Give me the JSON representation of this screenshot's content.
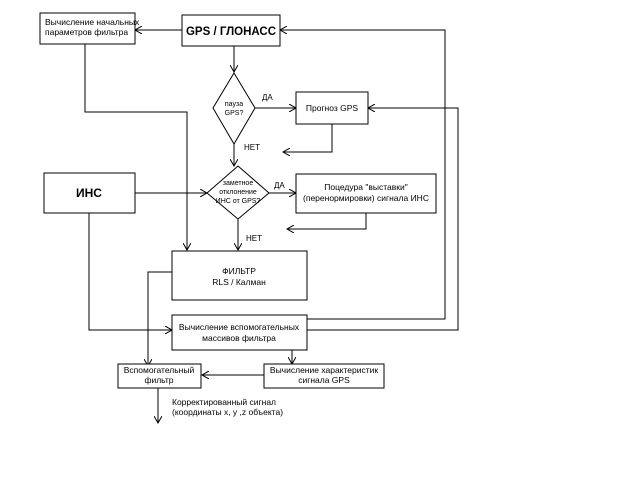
{
  "nodes": {
    "init_params": {
      "lines": [
        "Вычисление начальных",
        "параметров фильтра"
      ]
    },
    "gps_glonass": {
      "lines": [
        "GPS / ГЛОНАСС"
      ]
    },
    "pause_gps": {
      "lines": [
        "пауза",
        "GPS?"
      ]
    },
    "gps_forecast": {
      "lines": [
        "Прогноз GPS"
      ]
    },
    "ins": {
      "lines": [
        "ИНС"
      ]
    },
    "deviation": {
      "lines": [
        "заметное",
        "отклонение",
        "ИНС от GPS?"
      ]
    },
    "alignment": {
      "lines": [
        "Поцедура \"выставки\"",
        "(перенормировки) сигнала ИНС"
      ]
    },
    "filter": {
      "lines": [
        "ФИЛЬТР",
        "RLS / Калман"
      ]
    },
    "aux_arrays": {
      "lines": [
        "Вычисление вспомогательных",
        "массивов фильтра"
      ]
    },
    "aux_filter": {
      "lines": [
        "Вспомогательный",
        "фильтр"
      ]
    },
    "gps_characteristics": {
      "lines": [
        "Вычисление характеристик",
        "сигнала GPS"
      ]
    }
  },
  "labels": {
    "yes_1": "ДА",
    "no_1": "НЕТ",
    "yes_2": "ДА",
    "no_2": "НЕТ",
    "output_line1": "Корректированный сигнал",
    "output_line2": "(координаты x, y ,z объекта)"
  }
}
